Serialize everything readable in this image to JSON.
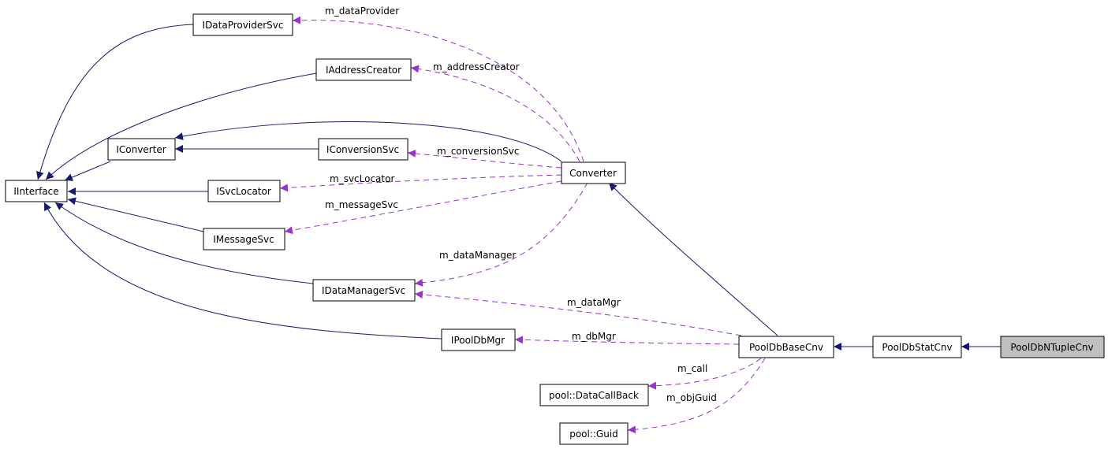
{
  "nodes": {
    "iinterface": "IInterface",
    "idataprovidersvc": "IDataProviderSvc",
    "iaddresscreator": "IAddressCreator",
    "iconverter": "IConverter",
    "iconversionsvc": "IConversionSvc",
    "isvclocator": "ISvcLocator",
    "imessagesvc": "IMessageSvc",
    "idatamanagersvc": "IDataManagerSvc",
    "ipooldbmgr": "IPoolDbMgr",
    "converter": "Converter",
    "pooldbbasecnv": "PoolDbBaseCnv",
    "pooldbstatcnv": "PoolDbStatCnv",
    "pooldbntuplecnv": "PoolDbNTupleCnv",
    "datacallback": "pool::DataCallBack",
    "guid": "pool::Guid"
  },
  "edge_labels": {
    "m_dataProvider": "m_dataProvider",
    "m_addressCreator": "m_addressCreator",
    "m_conversionSvc": "m_conversionSvc",
    "m_svcLocator": "m_svcLocator",
    "m_messageSvc": "m_messageSvc",
    "m_dataManager": "m_dataManager",
    "m_dataMgr": "m_dataMgr",
    "m_dbMgr": "m_dbMgr",
    "m_call": "m_call",
    "m_objGuid": "m_objGuid"
  },
  "colors": {
    "inheritance": "#191970",
    "usage": "#9a32cd",
    "highlight_fill": "#bfbfbf"
  }
}
